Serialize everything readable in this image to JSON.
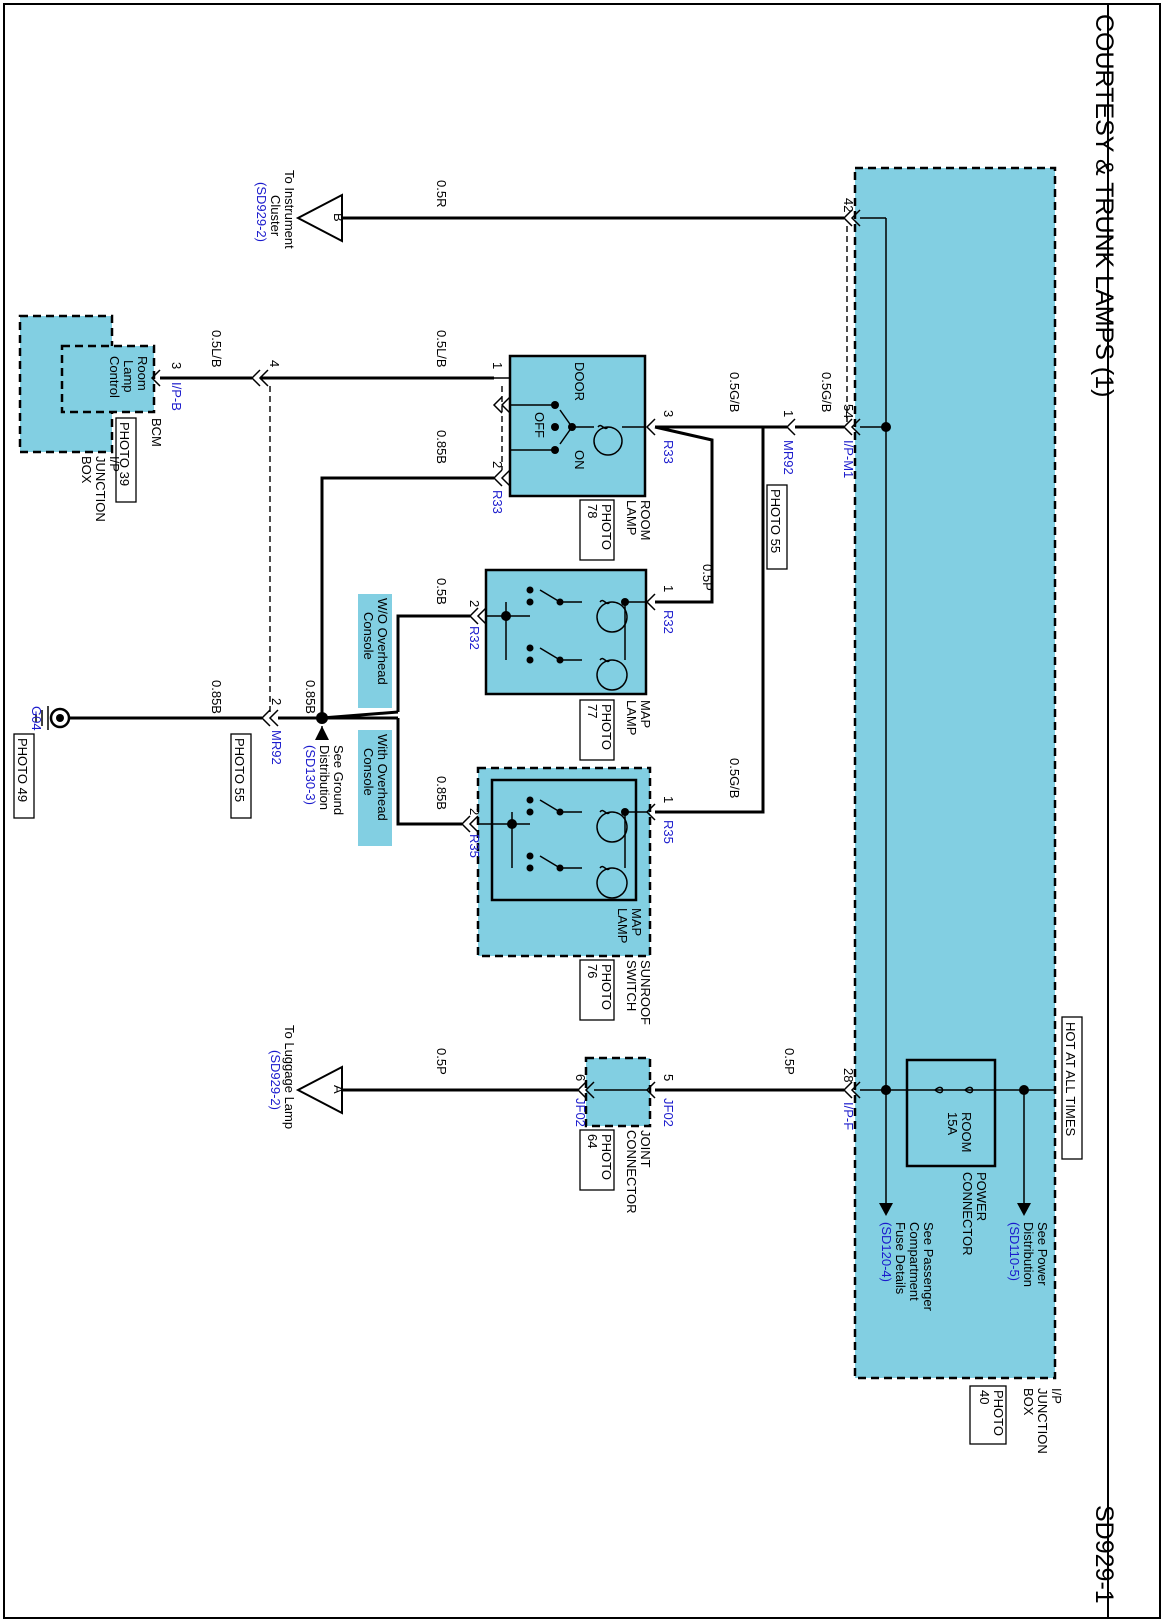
{
  "colors": {
    "component_fill": "#82cfe2",
    "wire": "#000000",
    "reference_text": "#1a1acc"
  },
  "title": "COURTESY & TRUNK LAMPS (1)",
  "page_code": "SD929-1",
  "hot_label": "HOT AT ALL TIMES",
  "ij_box": {
    "lines": [
      "I/P",
      "JUNCTION",
      "BOX"
    ],
    "photo": [
      "PHOTO",
      "40"
    ]
  },
  "fuse": {
    "name": "ROOM",
    "rating": "15A"
  },
  "power_connector": [
    "POWER",
    "CONNECTOR"
  ],
  "power_dist": {
    "lines": [
      "See Power",
      "Distribution"
    ],
    "ref": "(SD110-5)"
  },
  "pass_fuse": {
    "lines": [
      "See Passenger",
      "Compartment",
      "Fuse Details"
    ],
    "ref": "(SD120-4)"
  },
  "wires": {
    "w_05R": "0.5R",
    "w_05GB_a": "0.5G/B",
    "w_05GB_b": "0.5G/B",
    "w_05GB_c": "0.5G/B",
    "w_05LB_a": "0.5L/B",
    "w_05LB_b": "0.5L/B",
    "w_085B_a": "0.85B",
    "w_05P_map": "0.5P",
    "w_05B_map": "0.5B",
    "w_085B_sun": "0.85B",
    "w_085B_vert": "0.85B",
    "w_085B_gnd": "0.85B",
    "w_05P_a": "0.5P",
    "w_05P_b": "0.5P"
  },
  "pins": {
    "p42": "42",
    "p54": "54",
    "p28": "28",
    "p1_mr92": "1",
    "p2_mr92": "2",
    "p3_room": "3",
    "p1_room": "1",
    "p2_room": "2",
    "p1_map": "1",
    "p2_map": "2",
    "p1_sun": "1",
    "p2_sun": "2",
    "p4": "4",
    "p3_bcm": "3",
    "p5": "5",
    "p6": "6"
  },
  "conn": {
    "ipm1": "I/P-M1",
    "ipf": "I/P-F",
    "mr92_top": "MR92",
    "mr92_bot": "MR92",
    "r33_a": "R33",
    "r33_b": "R33",
    "r32_a": "R32",
    "r32_b": "R32",
    "r35_a": "R35",
    "r35_b": "R35",
    "ipb": "I/P-B",
    "jf02_a": "JF02",
    "jf02_b": "JF02",
    "g04": "G04"
  },
  "photos": {
    "mr92_top": "PHOTO 55",
    "mr92_bot": "PHOTO 55",
    "room": [
      "PHOTO",
      "78"
    ],
    "map": [
      "PHOTO",
      "77"
    ],
    "sun": [
      "PHOTO",
      "76"
    ],
    "bcm": "PHOTO 39",
    "joint": [
      "PHOTO",
      "64"
    ],
    "g04": "PHOTO 49"
  },
  "room_lamp": {
    "label": [
      "ROOM",
      "LAMP"
    ],
    "door": "DOOR",
    "off": "OFF",
    "on": "ON"
  },
  "map_lamp": {
    "label": [
      "MAP",
      "LAMP"
    ]
  },
  "sunroof": {
    "inner": [
      "MAP",
      "LAMP"
    ],
    "label": [
      "SUNROOF",
      "SWITCH"
    ]
  },
  "console": {
    "without": [
      "W/O Overhead",
      "Console"
    ],
    "with": [
      "With Overhead",
      "Console"
    ]
  },
  "bcm": {
    "inner": [
      "Room",
      "Lamp",
      "Control"
    ],
    "label": [
      "BCM",
      "I/P",
      "JUNCTION",
      "BOX"
    ]
  },
  "ground_dist": {
    "lines": [
      "See Ground",
      "Distribution"
    ],
    "ref": "(SD130-3)"
  },
  "joint_connector": [
    "JOINT",
    "CONNECTOR"
  ],
  "to_cluster": {
    "letter": "B",
    "lines": [
      "To Instrument",
      "Cluster"
    ],
    "ref": "(SD929-2)"
  },
  "to_luggage": {
    "letter": "A",
    "lines": [
      "To Luggage Lamp"
    ],
    "ref": "(SD929-2)"
  }
}
